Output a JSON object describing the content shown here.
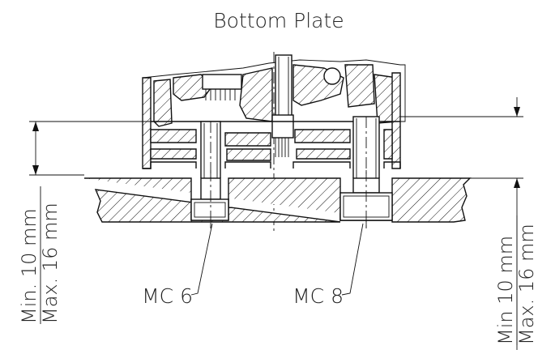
{
  "title": "Bottom Plate",
  "callouts": {
    "left_screw": "MC 6",
    "right_screw": "MC 8"
  },
  "dimensions": {
    "left_min": "Min. 10 mm",
    "left_max": "Max. 16 mm",
    "right_min": "Min 10 mm",
    "right_max": "Max. 16 mm"
  }
}
